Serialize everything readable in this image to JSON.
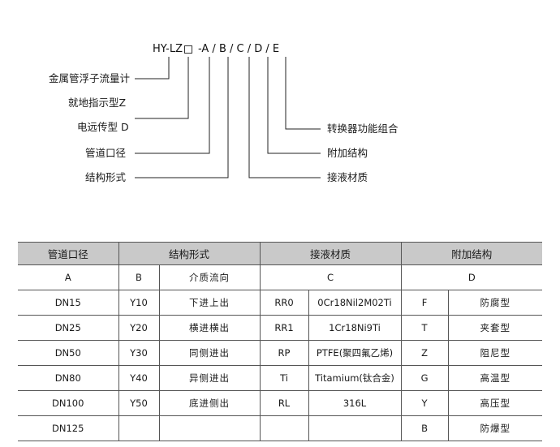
{
  "diagram": {
    "model_prefix": "HY-LZ",
    "model_suffix": "-A / B / C / D / E",
    "labels_left": {
      "metal_tube": "金属管浮子流量计",
      "local_indicator": "就地指示型",
      "local_code": "Z",
      "remote": "电远传型",
      "remote_code": "D",
      "pipe_size": "管道口径",
      "structure": "结构形式"
    },
    "labels_right": {
      "converter": "转换器功能组合",
      "additional": "附加结构",
      "wetted": "接液材质"
    }
  },
  "table": {
    "headers": [
      "管道口径",
      "结构形式",
      "接液材质",
      "附加结构"
    ],
    "code_row": {
      "a": "A",
      "b": "B",
      "b_desc": "介质流向",
      "c": "C",
      "d": "D"
    },
    "rows": [
      {
        "a": "DN15",
        "b": "Y10",
        "b_desc": "下进上出",
        "c": "RR0",
        "c_desc": "0Cr18Nil2M02Ti",
        "d": "F",
        "d_desc": "防腐型"
      },
      {
        "a": "DN25",
        "b": "Y20",
        "b_desc": "横进横出",
        "c": "RR1",
        "c_desc": "1Cr18Ni9Ti",
        "d": "T",
        "d_desc": "夹套型"
      },
      {
        "a": "DN50",
        "b": "Y30",
        "b_desc": "同侧进出",
        "c": "RP",
        "c_desc": "PTFE(聚四氟乙烯)",
        "d": "Z",
        "d_desc": "阻尼型"
      },
      {
        "a": "DN80",
        "b": "Y40",
        "b_desc": "异侧进出",
        "c": "Ti",
        "c_desc": "Titamium(钛合金)",
        "d": "G",
        "d_desc": "高温型"
      },
      {
        "a": "DN100",
        "b": "Y50",
        "b_desc": "底进侧出",
        "c": "RL",
        "c_desc": "316L",
        "d": "Y",
        "d_desc": "高压型"
      },
      {
        "a": "DN125",
        "b": "",
        "b_desc": "",
        "c": "",
        "c_desc": "",
        "d": "B",
        "d_desc": "防爆型"
      }
    ]
  }
}
